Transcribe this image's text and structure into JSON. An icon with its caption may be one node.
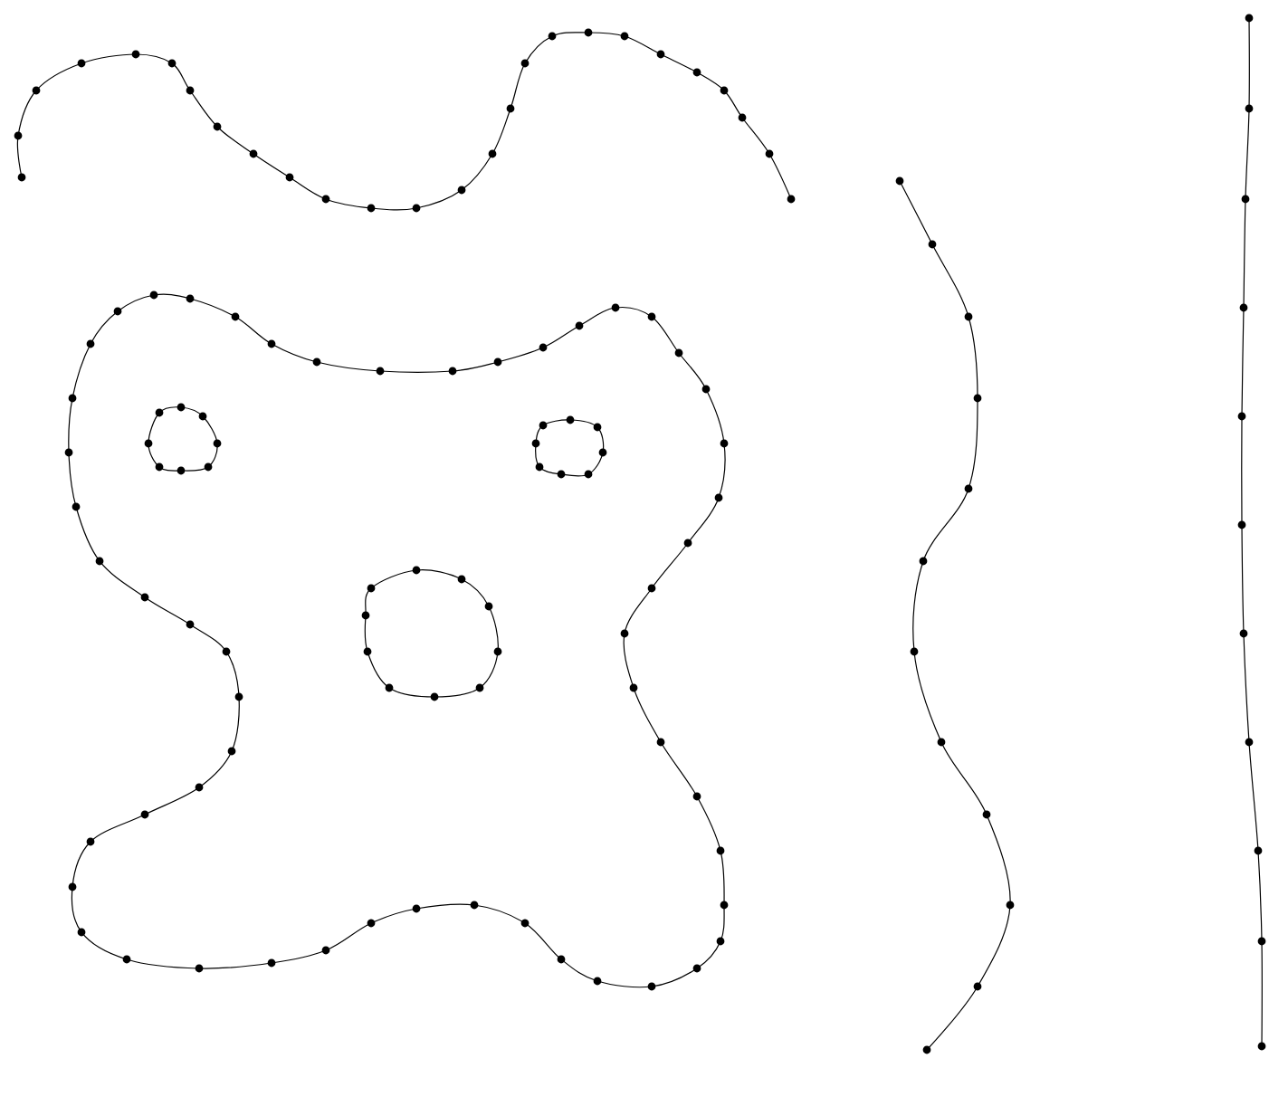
{
  "diagram": {
    "nodes": [
      {
        "text": [],
        "shape": "blob"
      },
      {
        "text": [],
        "shape": "blob",
        "in": 0
      },
      {
        "text": [],
        "shape": "blob",
        "in": 0
      },
      {
        "text": [],
        "shape": "blob",
        "in": 0
      }
    ]
  }
}
